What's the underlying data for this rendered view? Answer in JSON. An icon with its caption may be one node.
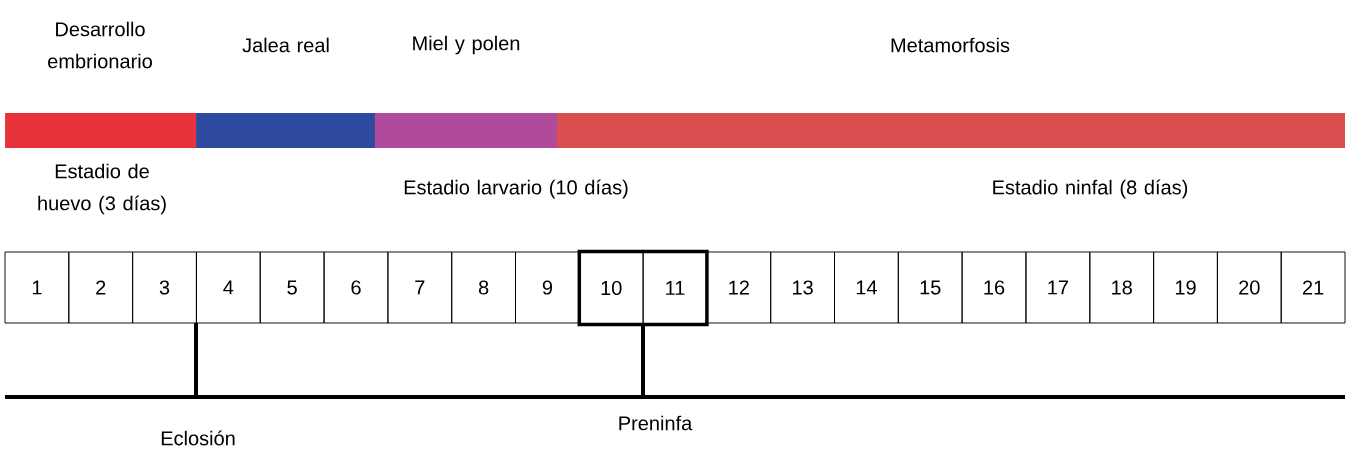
{
  "diagram": {
    "nodes": [
      {
        "text": [
          "Desarrollo embrionario"
        ]
      },
      {
        "text": [
          "Jalea real"
        ]
      },
      {
        "text": [
          "Miel y polen"
        ]
      },
      {
        "text": [
          "Metamorfosis"
        ]
      },
      {
        "text": [
          "1"
        ]
      },
      {
        "text": [
          "2"
        ]
      },
      {
        "text": [
          "3"
        ]
      },
      {
        "text": [
          "4"
        ]
      },
      {
        "text": [
          "5"
        ]
      },
      {
        "text": [
          "6"
        ]
      },
      {
        "text": [
          "7"
        ]
      },
      {
        "text": [
          "8"
        ]
      },
      {
        "text": [
          "9"
        ]
      },
      {
        "text": [],
        "shape": "box"
      },
      {
        "text": [
          "10"
        ],
        "in": 13
      },
      {
        "text": [
          "11"
        ],
        "in": 13
      },
      {
        "text": [
          "12"
        ]
      },
      {
        "text": [
          "13"
        ]
      },
      {
        "text": [
          "14"
        ]
      },
      {
        "text": [
          "15"
        ]
      },
      {
        "text": [
          "16"
        ]
      },
      {
        "text": [
          "17"
        ]
      },
      {
        "text": [
          "18"
        ]
      },
      {
        "text": [
          "19"
        ]
      },
      {
        "text": [
          "20"
        ]
      },
      {
        "text": [
          "21"
        ]
      }
    ],
    "labels": [
      "Estadio de huevo (3 días)",
      "Estadio larvario (10 días)",
      "Estadio ninfal (8 días)",
      "Eclosión",
      "Preninfa"
    ]
  }
}
